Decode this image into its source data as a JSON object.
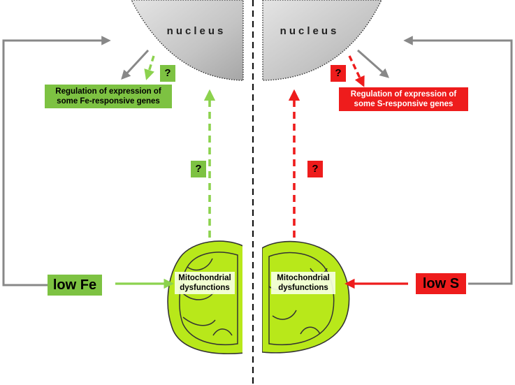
{
  "left": {
    "nucleus_label": "nucleus",
    "regulation_label": "Regulation of expression of some Fe-responsive genes",
    "question_near_nucleus": "?",
    "question_mid": "?",
    "mito_label": "Mitochondrial dysfunctions",
    "stress_label": "low Fe"
  },
  "right": {
    "nucleus_label": "nucleus",
    "regulation_label": "Regulation of expression of some S-responsive genes",
    "question_near_nucleus": "?",
    "question_mid": "?",
    "mito_label": "Mitochondrial dysfunctions",
    "stress_label": "low S"
  },
  "colors": {
    "green": "#7dc242",
    "dashed_green": "#8cd24e",
    "red": "#ee1c1c",
    "gray_arrow": "#888888",
    "mitochondrion_fill": "#b8e81a",
    "nucleus_fill": "#c4c4c4"
  }
}
